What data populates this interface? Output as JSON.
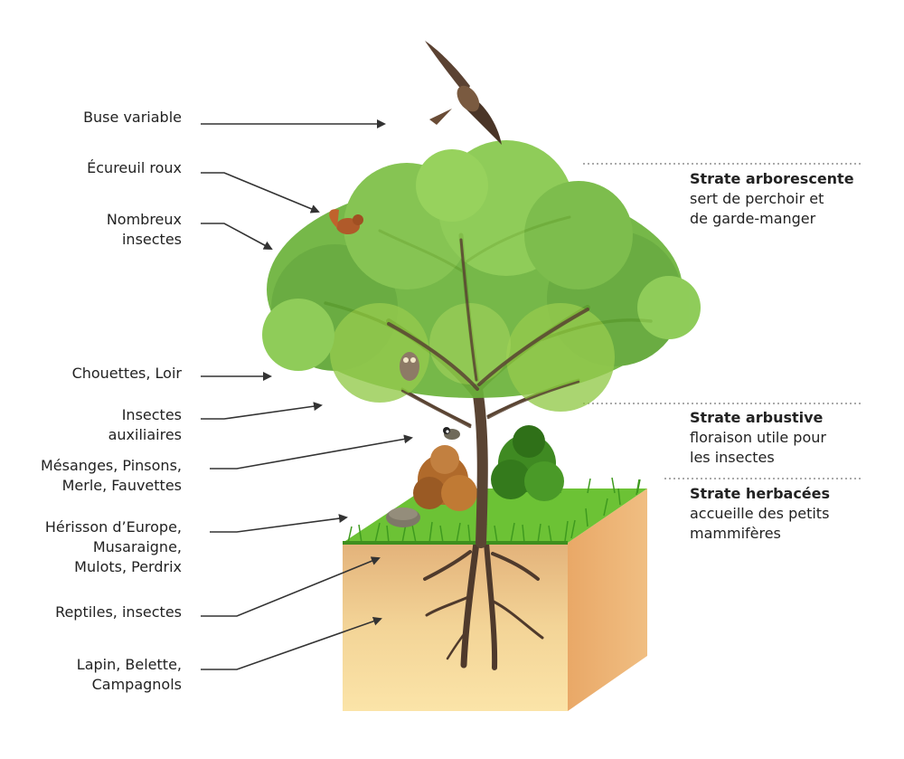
{
  "labels": {
    "buse": [
      "Buse variable"
    ],
    "ecureuil": [
      "Écureuil roux"
    ],
    "insectes_arbre": [
      "Nombreux",
      "insectes"
    ],
    "chouettes": [
      "Chouettes, Loir"
    ],
    "auxiliaires": [
      "Insectes",
      "auxiliaires"
    ],
    "mesanges": [
      "Mésanges, Pinsons,",
      "Merle, Fauvettes"
    ],
    "herisson": [
      "Hérisson d’Europe,",
      "Musaraigne,",
      "Mulots, Perdrix"
    ],
    "reptiles": [
      "Reptiles, insectes"
    ],
    "lapin": [
      "Lapin, Belette,",
      "Campagnols"
    ]
  },
  "strata": {
    "arborescente": {
      "title": "Strate arborescente",
      "desc": [
        "sert de perchoir et",
        "de garde-manger"
      ]
    },
    "arbustive": {
      "title": "Strate arbustive",
      "desc": [
        "floraison utile pour",
        "les insectes"
      ]
    },
    "herbacees": {
      "title": "Strate herbacées",
      "desc": [
        "accueille des petits",
        "mammifères"
      ]
    }
  },
  "colors": {
    "arrow": "#333333",
    "leaf_dark": "#4e9a2a",
    "leaf_light": "#8cc63f",
    "trunk": "#5a4433",
    "grass": "#5cb82e",
    "soil_top": "#e6b878",
    "soil_bottom": "#fae2a6",
    "soil_side": "#e7a86a"
  }
}
